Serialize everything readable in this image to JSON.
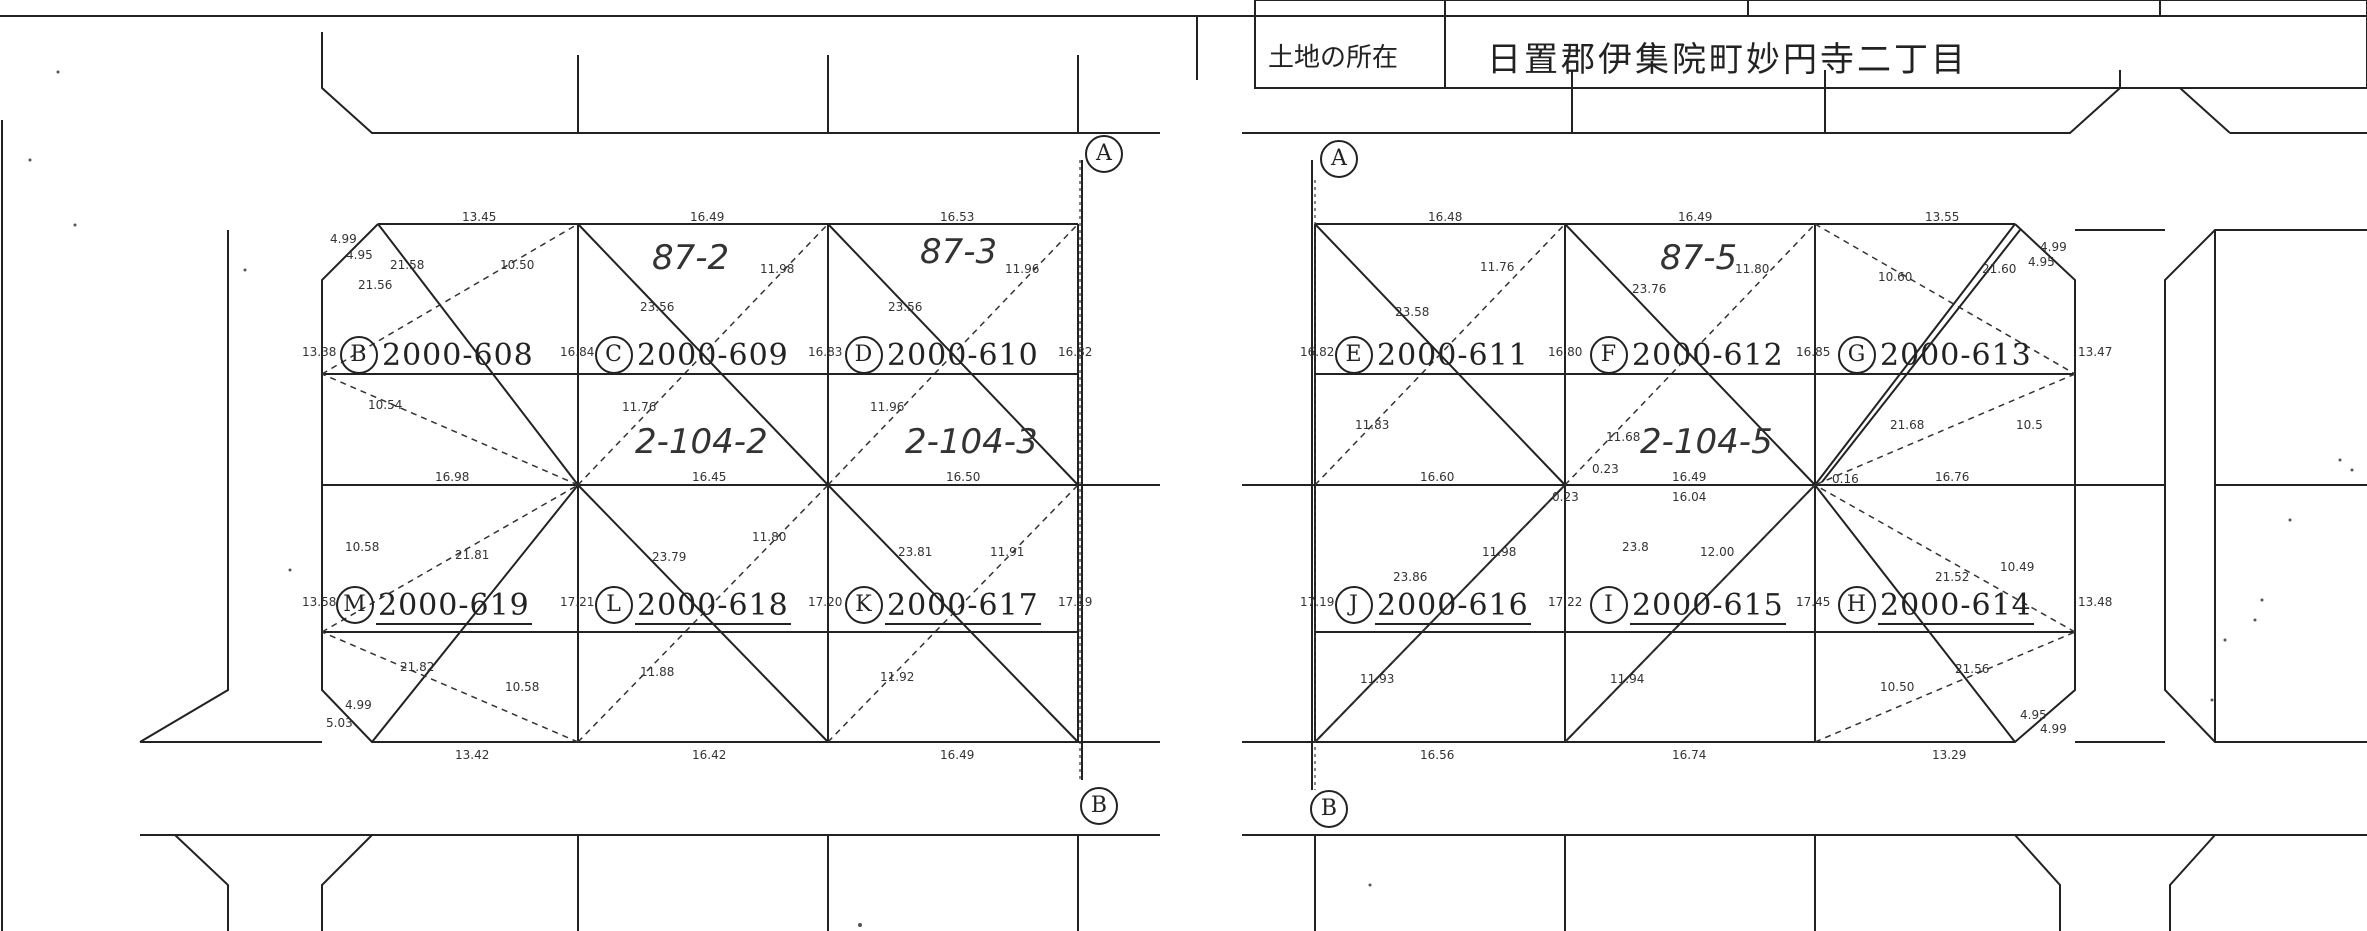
{
  "header": {
    "location_label": "土地の所在",
    "location_value": "日置郡伊集院町妙円寺二丁目"
  },
  "points": {
    "a_left": "A",
    "a_right": "A",
    "b_left": "B",
    "b_right": "B"
  },
  "lots": [
    {
      "id": "lot-608",
      "letter": "B",
      "number": "2000-608"
    },
    {
      "id": "lot-609",
      "letter": "C",
      "number": "2000-609"
    },
    {
      "id": "lot-610",
      "letter": "D",
      "number": "2000-610"
    },
    {
      "id": "lot-619",
      "letter": "M",
      "number": "2000-619"
    },
    {
      "id": "lot-618",
      "letter": "L",
      "number": "2000-618"
    },
    {
      "id": "lot-617",
      "letter": "K",
      "number": "2000-617"
    },
    {
      "id": "lot-611",
      "letter": "E",
      "number": "2000-611"
    },
    {
      "id": "lot-612",
      "letter": "F",
      "number": "2000-612"
    },
    {
      "id": "lot-613",
      "letter": "G",
      "number": "2000-613"
    },
    {
      "id": "lot-616",
      "letter": "J",
      "number": "2000-616"
    },
    {
      "id": "lot-615",
      "letter": "I",
      "number": "2000-615"
    },
    {
      "id": "lot-614",
      "letter": "H",
      "number": "2000-614"
    }
  ],
  "handwritten": {
    "parcel_87_2": "87-2",
    "parcel_87_3": "87-3",
    "parcel_87_5": "87-5",
    "parcel_2_104_2": "2-104-2",
    "parcel_2_104_3": "2-104-3",
    "parcel_2_104_5": "2-104-5"
  },
  "dimensions": {
    "top_608": "13.45",
    "top_609": "16.49",
    "top_610": "16.53",
    "top_611": "16.48",
    "top_612": "16.49",
    "top_613": "13.55",
    "mid_l1": "16.98",
    "mid_l2": "16.45",
    "mid_l3": "16.50",
    "mid_r1": "16.60",
    "mid_r2": "16.49",
    "mid_r2b": "16.04",
    "mid_r3": "16.76",
    "bot_619": "13.42",
    "bot_618": "16.42",
    "bot_617": "16.49",
    "bot_616": "16.56",
    "bot_615": "16.74",
    "bot_614": "13.29",
    "side_l_top": "13.38",
    "side_l_bot": "13.58",
    "side_r_top": "13.47",
    "side_r_bot": "13.48",
    "v_608_609": "16.84",
    "v_609_610": "16.83",
    "v_610": "16.82",
    "v_611": "16.82",
    "v_611_612": "16.80",
    "v_612_613": "16.85",
    "v_619_618": "17.21",
    "v_618_617": "17.20",
    "v_617": "17.19",
    "v_616": "17.19",
    "v_616_615": "17.22",
    "v_615_614": "17.45",
    "d_608a": "21.56",
    "d_608b": "21.58",
    "d_608c": "10.50",
    "d_608d": "10.54",
    "d_609a": "23.56",
    "d_609b": "11.98",
    "d_609c": "11.76",
    "d_610a": "23.56",
    "d_610b": "11.96",
    "d_610c": "11.96",
    "d_619a": "21.81",
    "d_619b": "21.82",
    "d_619c": "10.58",
    "d_619d": "10.58",
    "d_618a": "23.79",
    "d_618b": "11.80",
    "d_618c": "11.88",
    "d_617a": "23.81",
    "d_617b": "11.91",
    "d_617c": "11.92",
    "d_611a": "23.58",
    "d_611b": "11.76",
    "d_611c": "11.83",
    "d_612a": "23.76",
    "d_612b": "11.80",
    "d_612c": "11.68",
    "d_613a": "21.60",
    "d_613b": "21.68",
    "d_613c": "10.60",
    "d_613d": "10.5",
    "d_616a": "23.86",
    "d_616b": "11.98",
    "d_616c": "11.93",
    "d_615a": "23.8",
    "d_615b": "12.00",
    "d_615c": "11.94",
    "d_614a": "21.52",
    "d_614b": "21.56",
    "d_614c": "10.49",
    "d_614d": "10.50",
    "c_608a": "4.99",
    "c_608b": "4.95",
    "c_619a": "4.99",
    "c_619b": "5.03",
    "c_613a": "4.99",
    "c_613b": "4.95",
    "c_614a": "4.95",
    "c_614b": "4.99",
    "o_612": "0.23",
    "o_613": "0.16",
    "o_615": "0.23"
  }
}
